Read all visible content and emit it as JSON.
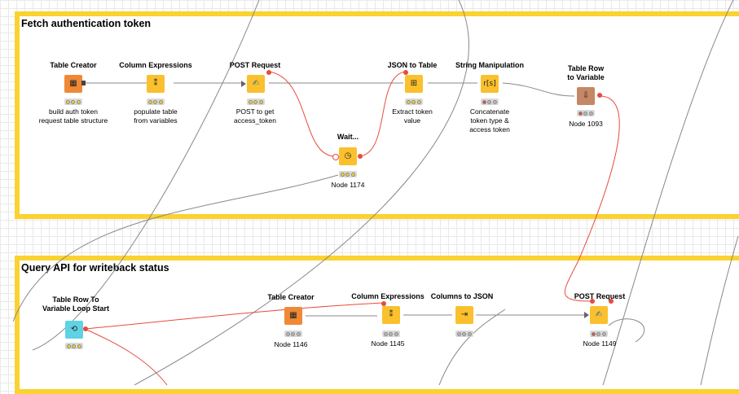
{
  "annotations": {
    "a1_title": "Fetch authentication token",
    "a2_title": "Query API for writeback status"
  },
  "colors": {
    "annotation_border": "#fbd22f",
    "source_node": "#f08936",
    "manipulator_node": "#fbc02d",
    "loop_node": "#5fd2e3",
    "flow_variable_node": "#c58766",
    "status_red": "#e74c3c",
    "status_yellow": "#f7d51d"
  },
  "nodes": {
    "n1": {
      "title": "Table Creator",
      "label": "build auth token\nrequest table structure",
      "status": [
        "yellow",
        "yellow",
        "yellow"
      ],
      "icon": "table-creator-icon"
    },
    "n2": {
      "title": "Column Expressions",
      "label": "populate table\nfrom variables",
      "status": [
        "yellow",
        "yellow",
        "yellow"
      ],
      "icon": "column-expressions-icon"
    },
    "n3": {
      "title": "POST Request",
      "label": "POST to get\naccess_token",
      "status": [
        "yellow",
        "yellow",
        "yellow"
      ],
      "icon": "post-request-icon"
    },
    "n4": {
      "title": "Wait...",
      "label": "Node 1174",
      "status": [
        "yellow",
        "yellow",
        "yellow"
      ],
      "icon": "wait-clock-icon"
    },
    "n5": {
      "title": "JSON to Table",
      "label": "Extract token\nvalue",
      "status": [
        "yellow",
        "yellow",
        "yellow"
      ],
      "icon": "json-to-table-icon"
    },
    "n6": {
      "title": "String Manipulation",
      "label": "Concatenate\ntoken type &\naccess token",
      "status": [
        "red",
        "off",
        "off"
      ],
      "icon": "string-manipulation-icon"
    },
    "n7": {
      "title": "Table Row\nto Variable",
      "label": "Node 1093",
      "status": [
        "red",
        "off",
        "off"
      ],
      "icon": "table-row-to-variable-icon"
    },
    "n8": {
      "title": "Table Row To\nVariable Loop Start",
      "label": "",
      "status": [
        "yellow",
        "yellow",
        "yellow"
      ],
      "icon": "loop-start-icon"
    },
    "n9": {
      "title": "Table Creator",
      "label": "Node 1146",
      "status": [
        "off",
        "off",
        "off"
      ],
      "icon": "table-creator-icon"
    },
    "n10": {
      "title": "Column Expressions",
      "label": "Node 1145",
      "status": [
        "off",
        "off",
        "off"
      ],
      "icon": "column-expressions-icon"
    },
    "n11": {
      "title": "Columns to JSON",
      "label": "",
      "status": [
        "off",
        "off",
        "off"
      ],
      "icon": "columns-to-json-icon"
    },
    "n12": {
      "title": "POST Request",
      "label": "Node 1149",
      "status": [
        "red",
        "off",
        "off"
      ],
      "icon": "post-request-icon"
    }
  }
}
